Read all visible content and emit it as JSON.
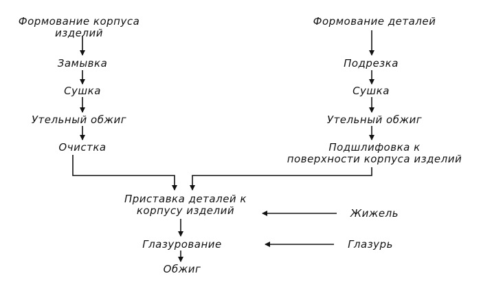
{
  "diagram": {
    "left_column": {
      "n1_line1": "Формование корпуса",
      "n1_line2": "изделий",
      "n2": "Замывка",
      "n3": "Сушка",
      "n4": "Утельный обжиг",
      "n5": "Очистка"
    },
    "right_column": {
      "n1": "Формование деталей",
      "n2": "Подрезка",
      "n3": "Сушка",
      "n4": "Утельный обжиг",
      "n5_line1": "Подшлифовка к",
      "n5_line2": "поверхности корпуса изделий"
    },
    "merge": {
      "assembly_line1": "Приставка деталей к",
      "assembly_line2": "корпусу изделий",
      "glazing": "Глазурование",
      "firing": "Обжиг"
    },
    "inputs": {
      "slip": "Жижель",
      "glaze": "Глазурь"
    }
  }
}
